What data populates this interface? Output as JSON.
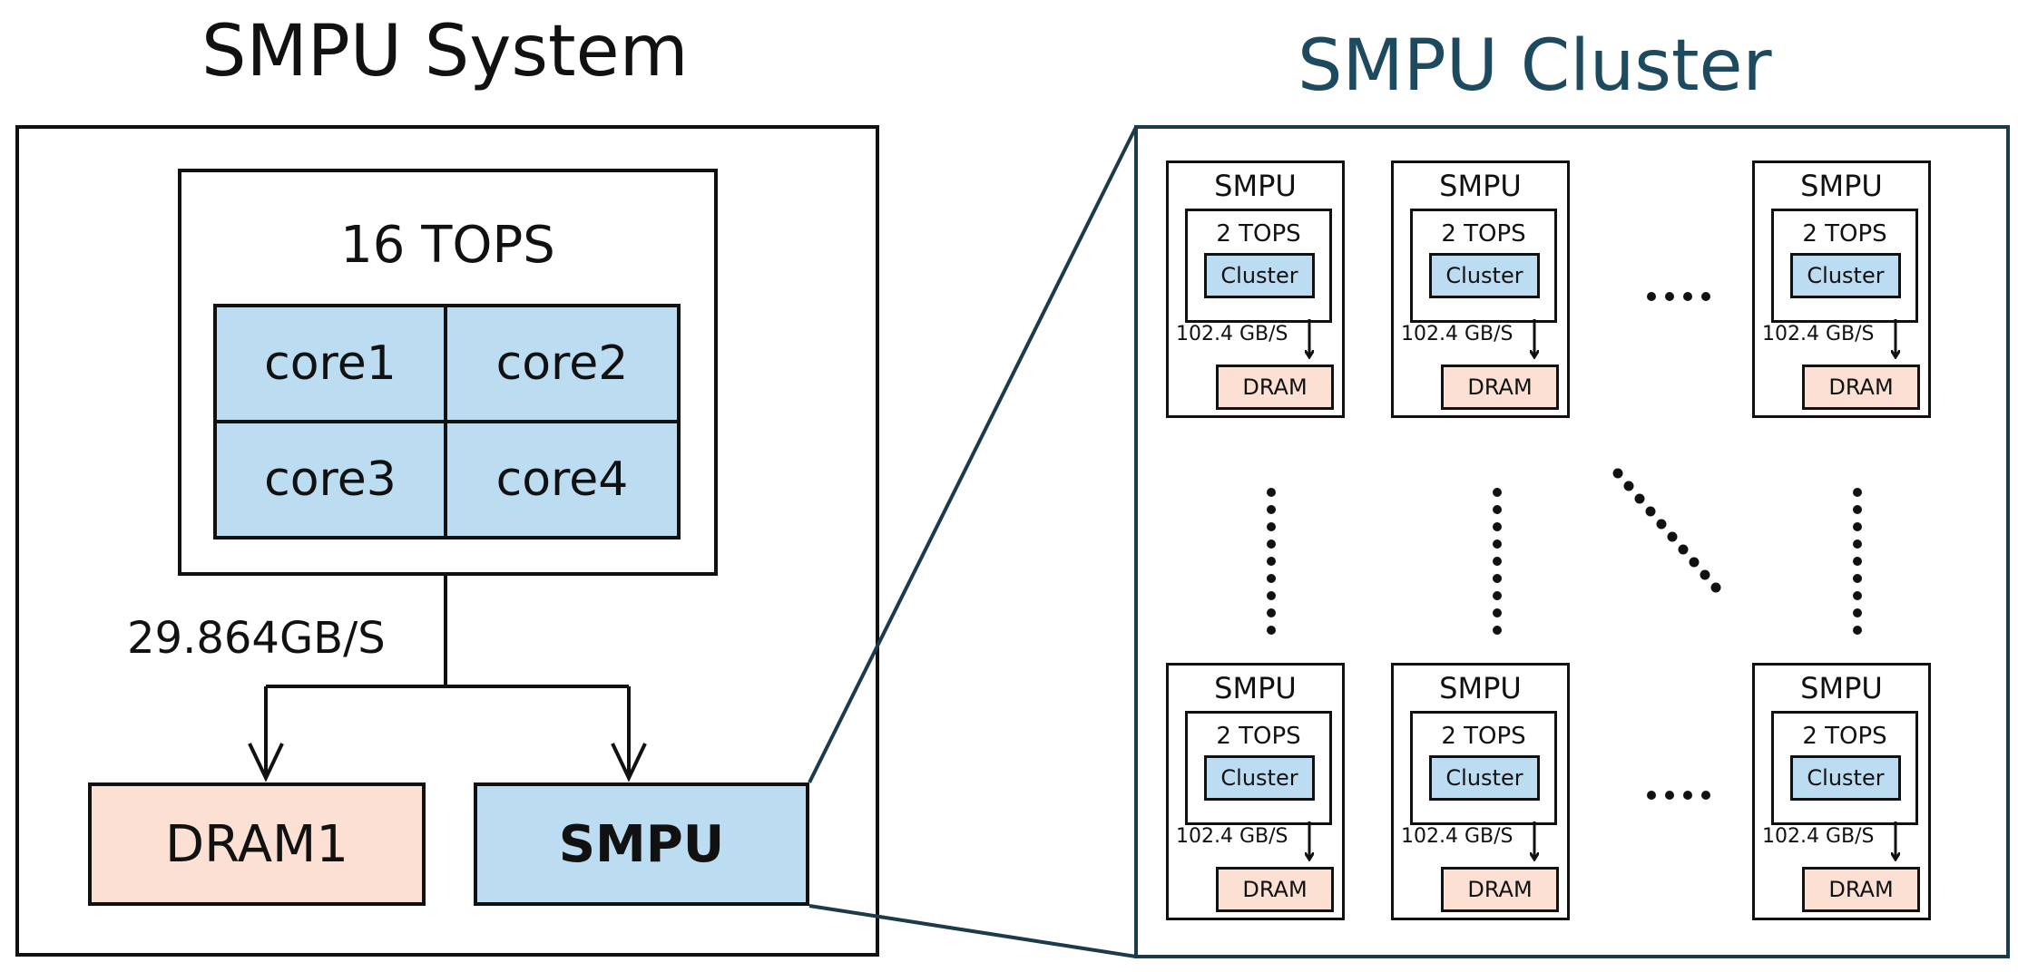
{
  "system": {
    "title": "SMPU System",
    "compute_label": "16 TOPS",
    "cores": [
      "core1",
      "core2",
      "core3",
      "core4"
    ],
    "bandwidth": "29.864GB/S",
    "dram_label": "DRAM1",
    "smpu_label": "SMPU"
  },
  "cluster": {
    "title": "SMPU Cluster",
    "tiles": [
      {
        "smpu": "SMPU",
        "tops": "2 TOPS",
        "cluster": "Cluster",
        "bandwidth": "102.4 GB/S",
        "dram": "DRAM"
      },
      {
        "smpu": "SMPU",
        "tops": "2 TOPS",
        "cluster": "Cluster",
        "bandwidth": "102.4 GB/S",
        "dram": "DRAM"
      },
      {
        "smpu": "SMPU",
        "tops": "2 TOPS",
        "cluster": "Cluster",
        "bandwidth": "102.4 GB/S",
        "dram": "DRAM"
      },
      {
        "smpu": "SMPU",
        "tops": "2 TOPS",
        "cluster": "Cluster",
        "bandwidth": "102.4 GB/S",
        "dram": "DRAM"
      },
      {
        "smpu": "SMPU",
        "tops": "2 TOPS",
        "cluster": "Cluster",
        "bandwidth": "102.4 GB/S",
        "dram": "DRAM"
      },
      {
        "smpu": "SMPU",
        "tops": "2 TOPS",
        "cluster": "Cluster",
        "bandwidth": "102.4 GB/S",
        "dram": "DRAM"
      }
    ]
  },
  "colors": {
    "core_fill": "#bcdcf2",
    "dram_fill": "#fbe0d3",
    "cluster_title": "#1d4a5e",
    "cluster_border": "#1d3a4a"
  }
}
